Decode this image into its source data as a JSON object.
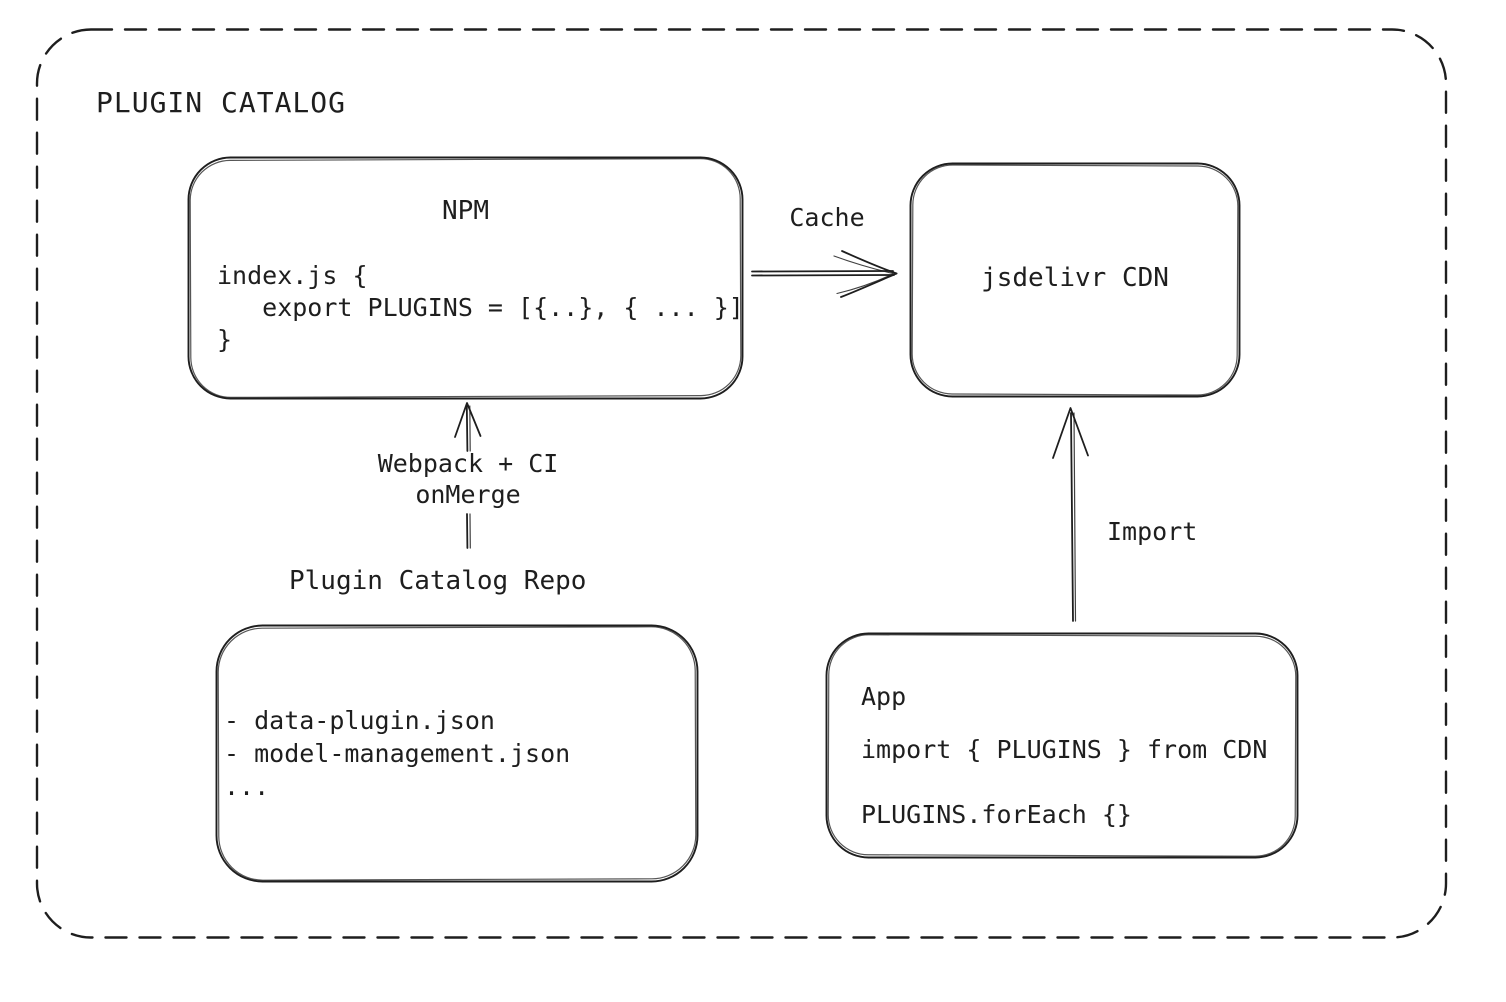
{
  "diagram": {
    "title": "PLUGIN CATALOG",
    "colors": {
      "stroke": "#1e1e1e",
      "background": "#ffffff"
    },
    "nodes": {
      "npm": {
        "title": "NPM",
        "code_lines": [
          "index.js {",
          "   export PLUGINS = [{..}, { ... }]",
          "}"
        ]
      },
      "cdn": {
        "title": "jsdelivr CDN"
      },
      "repo": {
        "title": "Plugin Catalog Repo",
        "files": [
          "- data-plugin.json",
          "- model-management.json",
          "..."
        ]
      },
      "app": {
        "title": "App",
        "code_lines": [
          "import { PLUGINS } from CDN",
          "PLUGINS.forEach {}"
        ]
      }
    },
    "edges": {
      "cache": {
        "label": "Cache",
        "from": "NPM",
        "to": "jsdelivr CDN"
      },
      "build": {
        "label_line1": "Webpack + CI",
        "label_line2": "onMerge",
        "from": "Plugin Catalog Repo",
        "to": "NPM"
      },
      "import": {
        "label": "Import",
        "from": "App",
        "to": "jsdelivr CDN"
      }
    }
  }
}
